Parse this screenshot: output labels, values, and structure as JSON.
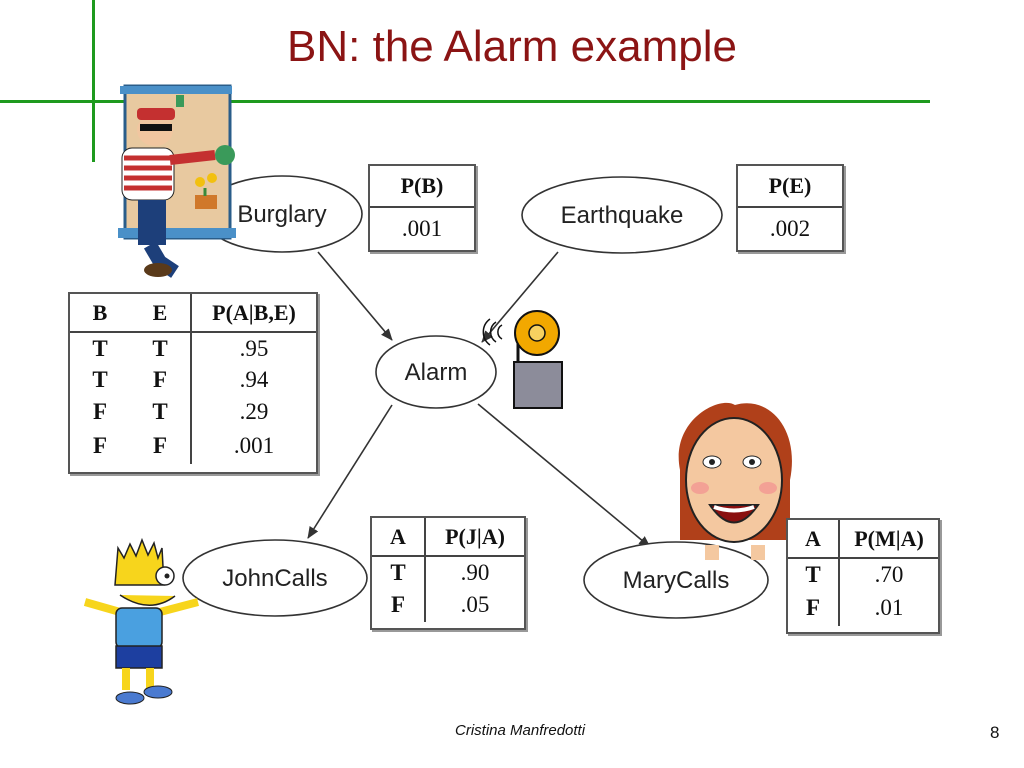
{
  "slide": {
    "title": "BN: the Alarm example",
    "author": "Cristina Manfredotti",
    "page_number": "8"
  },
  "nodes": {
    "burglary": "Burglary",
    "earthquake": "Earthquake",
    "alarm": "Alarm",
    "johncalls": "JohnCalls",
    "marycalls": "MaryCalls"
  },
  "cpt_b": {
    "header": "P(B)",
    "value": ".001"
  },
  "cpt_e": {
    "header": "P(E)",
    "value": ".002"
  },
  "cpt_a": {
    "headers": [
      "B",
      "E",
      "P(A|B,E)"
    ],
    "rows": [
      [
        "T",
        "T",
        ".95"
      ],
      [
        "T",
        "F",
        ".94"
      ],
      [
        "F",
        "T",
        ".29"
      ],
      [
        "F",
        "F",
        ".001"
      ]
    ]
  },
  "cpt_j": {
    "headers": [
      "A",
      "P(J|A)"
    ],
    "rows": [
      [
        "T",
        ".90"
      ],
      [
        "F",
        ".05"
      ]
    ]
  },
  "cpt_m": {
    "headers": [
      "A",
      "P(M|A)"
    ],
    "rows": [
      [
        "T",
        ".70"
      ],
      [
        "F",
        ".01"
      ]
    ]
  },
  "colors": {
    "title": "#8b1414",
    "rule": "#1e9a1e"
  },
  "icons": [
    "burglar-icon",
    "alarm-bell-icon",
    "woman-face-icon",
    "cartoon-boy-icon"
  ]
}
